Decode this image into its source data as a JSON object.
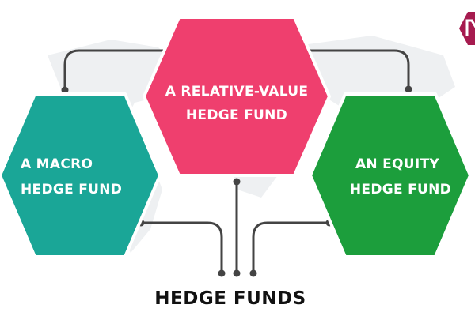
{
  "title": "HEDGE FUNDS",
  "nodes": {
    "macro": {
      "line1": "A MACRO",
      "line2": "HEDGE FUND",
      "color": "#1aa697"
    },
    "relative_value": {
      "line1": "A RELATIVE-VALUE",
      "line2": "HEDGE FUND",
      "color": "#ef3f6e"
    },
    "equity": {
      "line1": "AN EQUITY",
      "line2": "HEDGE FUND",
      "color": "#1c9e3c"
    }
  },
  "colors": {
    "connector": "#444444",
    "map": "#eef0f2",
    "logo": "#a61b4f"
  },
  "icons": [
    "world-map-background",
    "brand-logo-icon"
  ]
}
